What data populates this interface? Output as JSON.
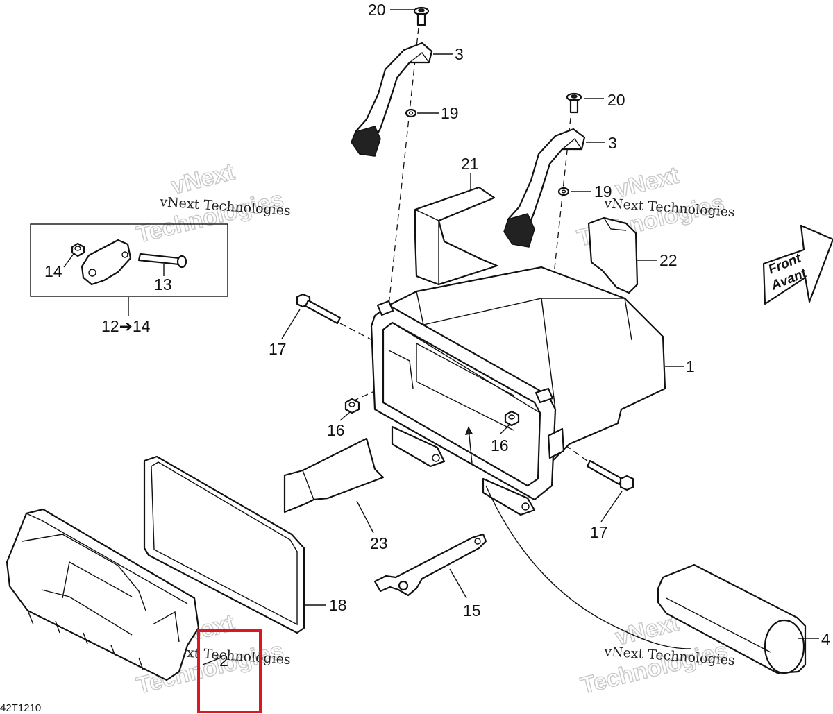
{
  "callouts": [
    {
      "id": "c20a",
      "text": "20"
    },
    {
      "id": "c3a",
      "text": "3"
    },
    {
      "id": "c19a",
      "text": "19"
    },
    {
      "id": "c20b",
      "text": "20"
    },
    {
      "id": "c3b",
      "text": "3"
    },
    {
      "id": "c21",
      "text": "21"
    },
    {
      "id": "c19b",
      "text": "19"
    },
    {
      "id": "c22",
      "text": "22"
    },
    {
      "id": "c14",
      "text": "14"
    },
    {
      "id": "c13",
      "text": "13"
    },
    {
      "id": "c12to14",
      "text": "12➔14"
    },
    {
      "id": "c17a",
      "text": "17"
    },
    {
      "id": "c1",
      "text": "1"
    },
    {
      "id": "c16a",
      "text": "16"
    },
    {
      "id": "c16b",
      "text": "16"
    },
    {
      "id": "c23",
      "text": "23"
    },
    {
      "id": "c17b",
      "text": "17"
    },
    {
      "id": "c18",
      "text": "18"
    },
    {
      "id": "c15",
      "text": "15"
    },
    {
      "id": "c2",
      "text": "2"
    },
    {
      "id": "c4",
      "text": "4"
    }
  ],
  "front_arrow": {
    "line1": "Front",
    "line2": "Avant"
  },
  "watermark": {
    "line1": "vNext",
    "line2": "Technologies",
    "line3": "vNext Technologies"
  },
  "drawing_code": "42T1210",
  "highlight_color": "#d9191f"
}
